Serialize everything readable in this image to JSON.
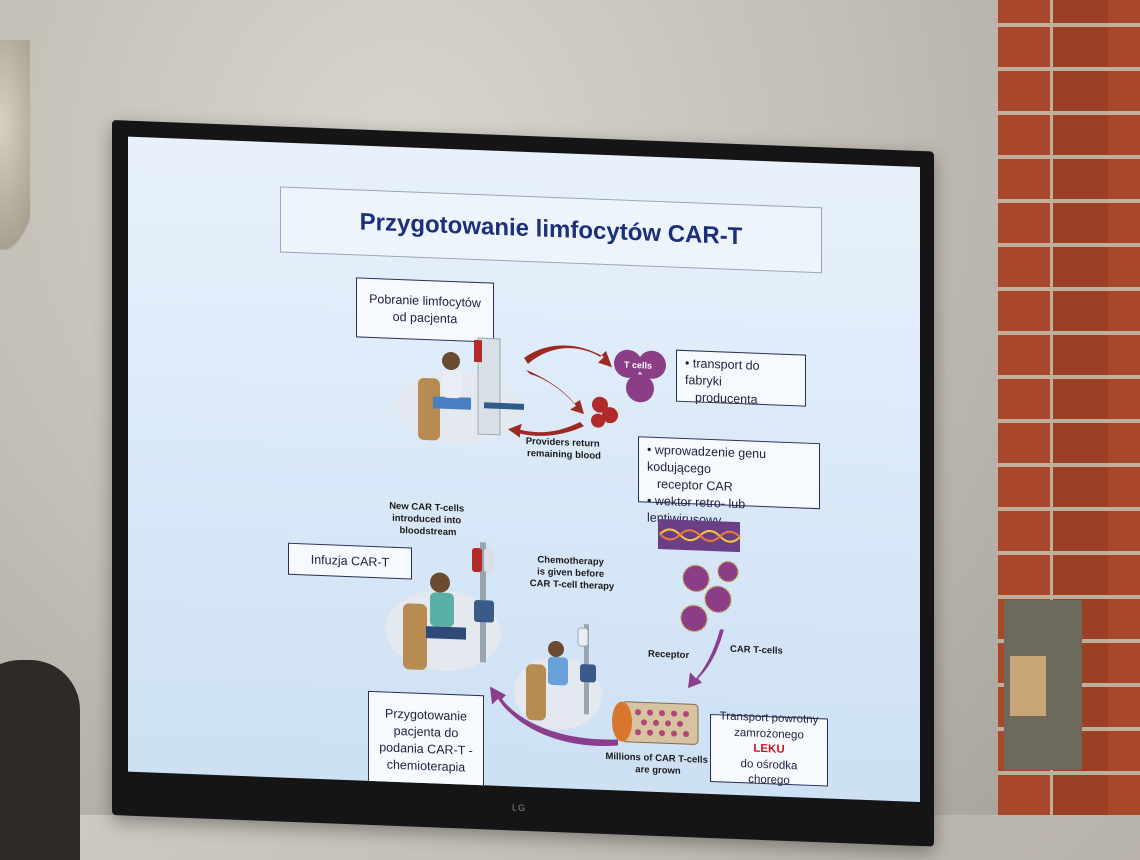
{
  "slide": {
    "title": "Przygotowanie limfocytów CAR-T",
    "box_collection": [
      "Pobranie limfocytów",
      "od pacjenta"
    ],
    "box_transport": [
      "transport do fabryki",
      "producenta"
    ],
    "box_gene": [
      "wprowadzenie genu kodującego",
      "receptor CAR",
      "wektor retro- lub lentiwirusowy"
    ],
    "box_infusion": "Infuzja CAR-T",
    "box_preparation": [
      "Przygotowanie",
      "pacjenta do",
      "podania CAR-T -",
      "chemioterapia"
    ],
    "box_return": {
      "line1": "Transport powrotny",
      "line2a": "zamrożonego ",
      "line2b": "LEKU",
      "line3": "do ośrodka chorego"
    }
  },
  "illustration_labels": {
    "t_cells": "T cells",
    "providers": [
      "Providers return",
      "remaining blood"
    ],
    "new_cells": [
      "New CAR T-cells",
      "introduced into",
      "bloodstream"
    ],
    "chemo": [
      "Chemotherapy",
      "is given before",
      "CAR T-cell therapy"
    ],
    "receptor": "Receptor",
    "car_t_cells": "CAR T-cells",
    "millions": [
      "Millions of CAR T-cells",
      "are grown"
    ]
  },
  "tv_brand": "LG",
  "colors": {
    "title": "#1b2f7a",
    "leku": "#c8141e",
    "arrow_red": "#9c2a22",
    "arrow_purple": "#8a3e8c",
    "cell_purple": "#8b3e86"
  }
}
